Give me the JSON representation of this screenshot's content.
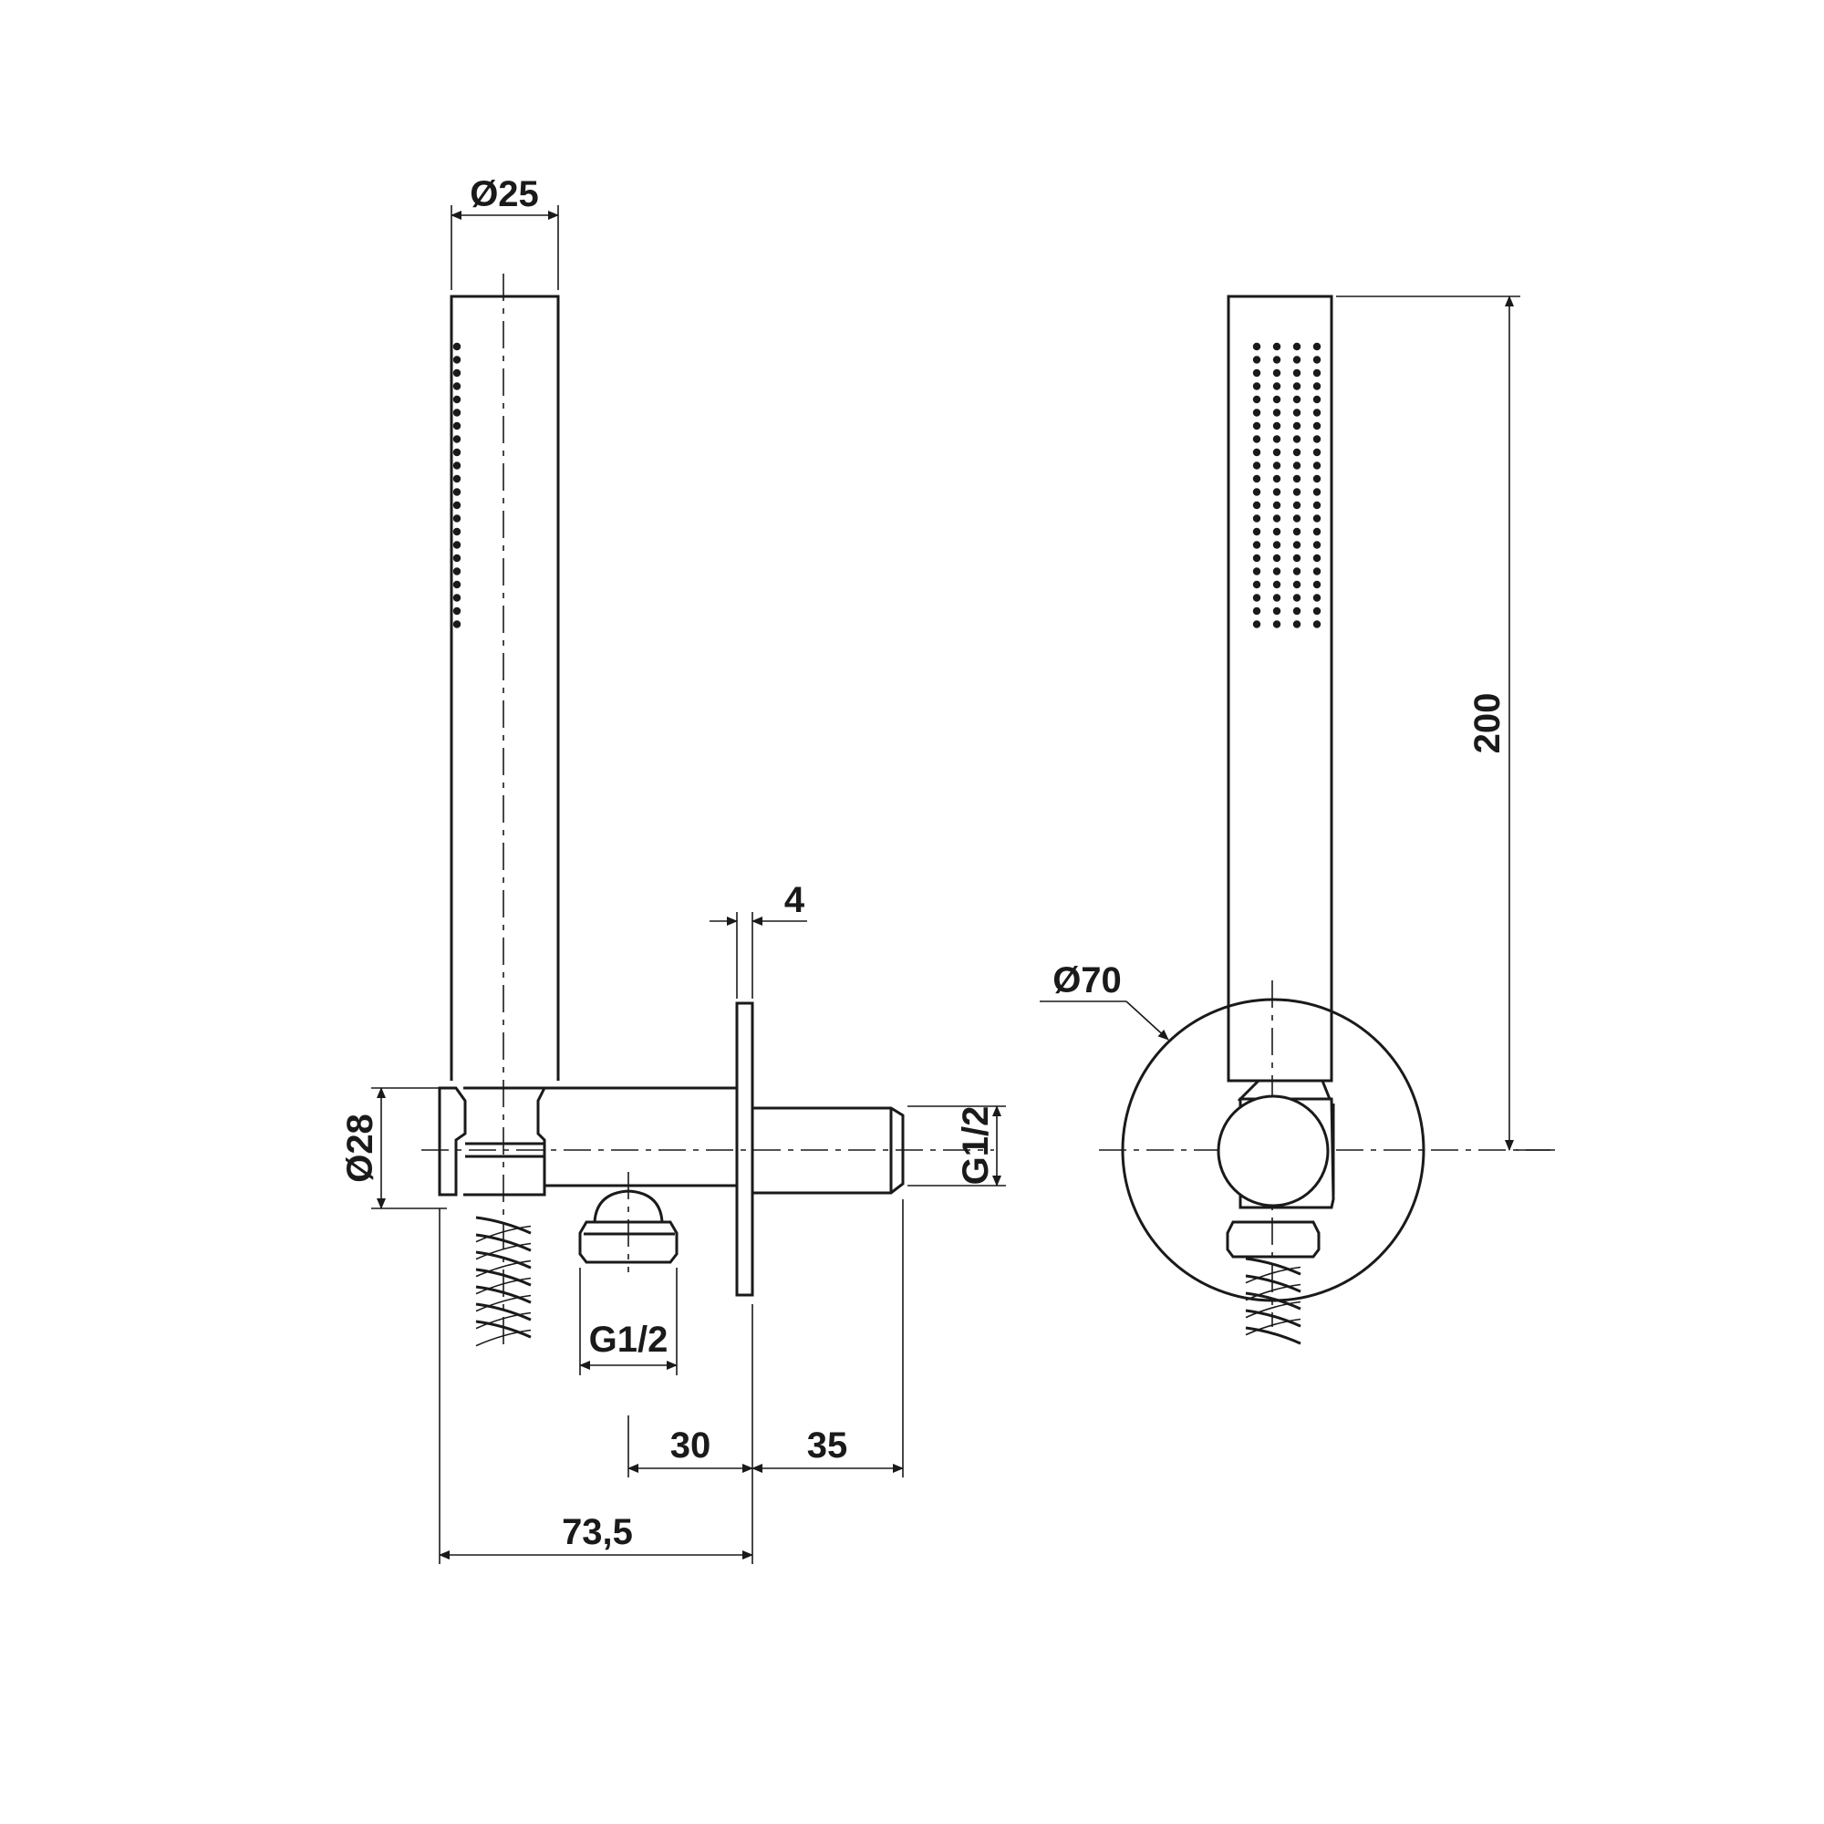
{
  "drawing": {
    "dimensions": {
      "handle_diameter": "Ø25",
      "holder_diameter": "Ø28",
      "flange_thickness": "4",
      "outlet_thread_side": "G1/2",
      "inlet_thread_bottom": "G1/2",
      "inlet_offset": "30",
      "outlet_length": "35",
      "total_depth": "73,5",
      "plate_diameter": "Ø70",
      "handle_height": "200"
    }
  }
}
